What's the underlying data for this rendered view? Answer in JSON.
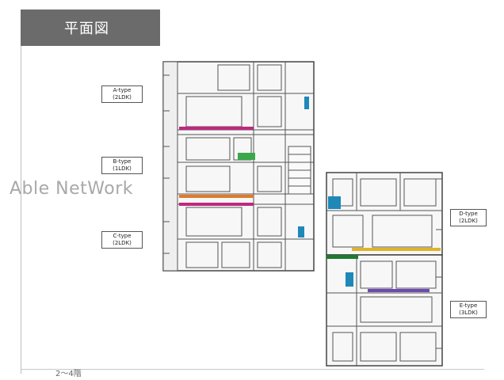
{
  "header": {
    "title": "平面図"
  },
  "watermark": "Able NetWork",
  "floor_label": "2～4階",
  "types": [
    {
      "name": "A-type",
      "layout": "(2LDK)"
    },
    {
      "name": "B-type",
      "layout": "(1LDK)"
    },
    {
      "name": "C-type",
      "layout": "(2LDK)"
    },
    {
      "name": "D-type",
      "layout": "(2LDK)"
    },
    {
      "name": "E-type",
      "layout": "(3LDK)"
    }
  ],
  "colors": {
    "header_bg": "#6b6b6b",
    "a_type": "#c0277f",
    "b_type": "#3aa84a",
    "c_type_orange": "#e07a2a",
    "c_type_magenta": "#c0277f",
    "d_type": "#e0b32a",
    "e_type": "#6b4bb0",
    "divider_green": "#1d7a2f",
    "accent_blue": "#1e88b8"
  }
}
